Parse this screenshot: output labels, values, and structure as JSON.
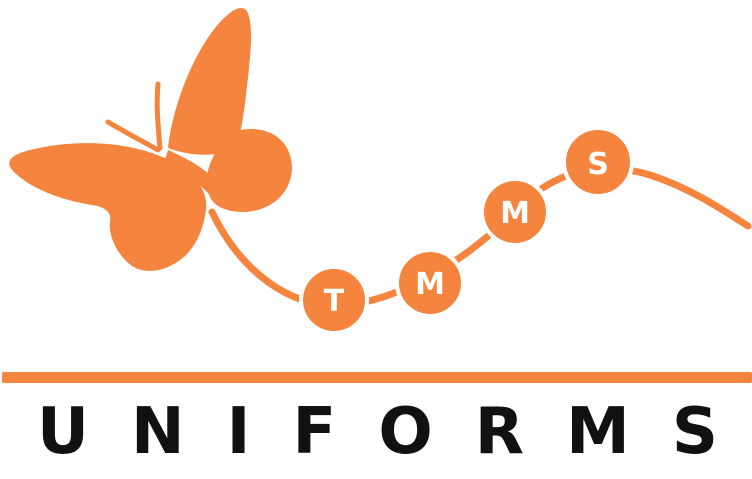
{
  "logo": {
    "beads": [
      "T",
      "M",
      "M",
      "S"
    ],
    "wordmark": "UNIFORMS",
    "colors": {
      "brand_orange": "#F5843E",
      "text_dark": "#111111",
      "background": "#FFFFFF"
    },
    "icon": "butterfly-icon"
  }
}
